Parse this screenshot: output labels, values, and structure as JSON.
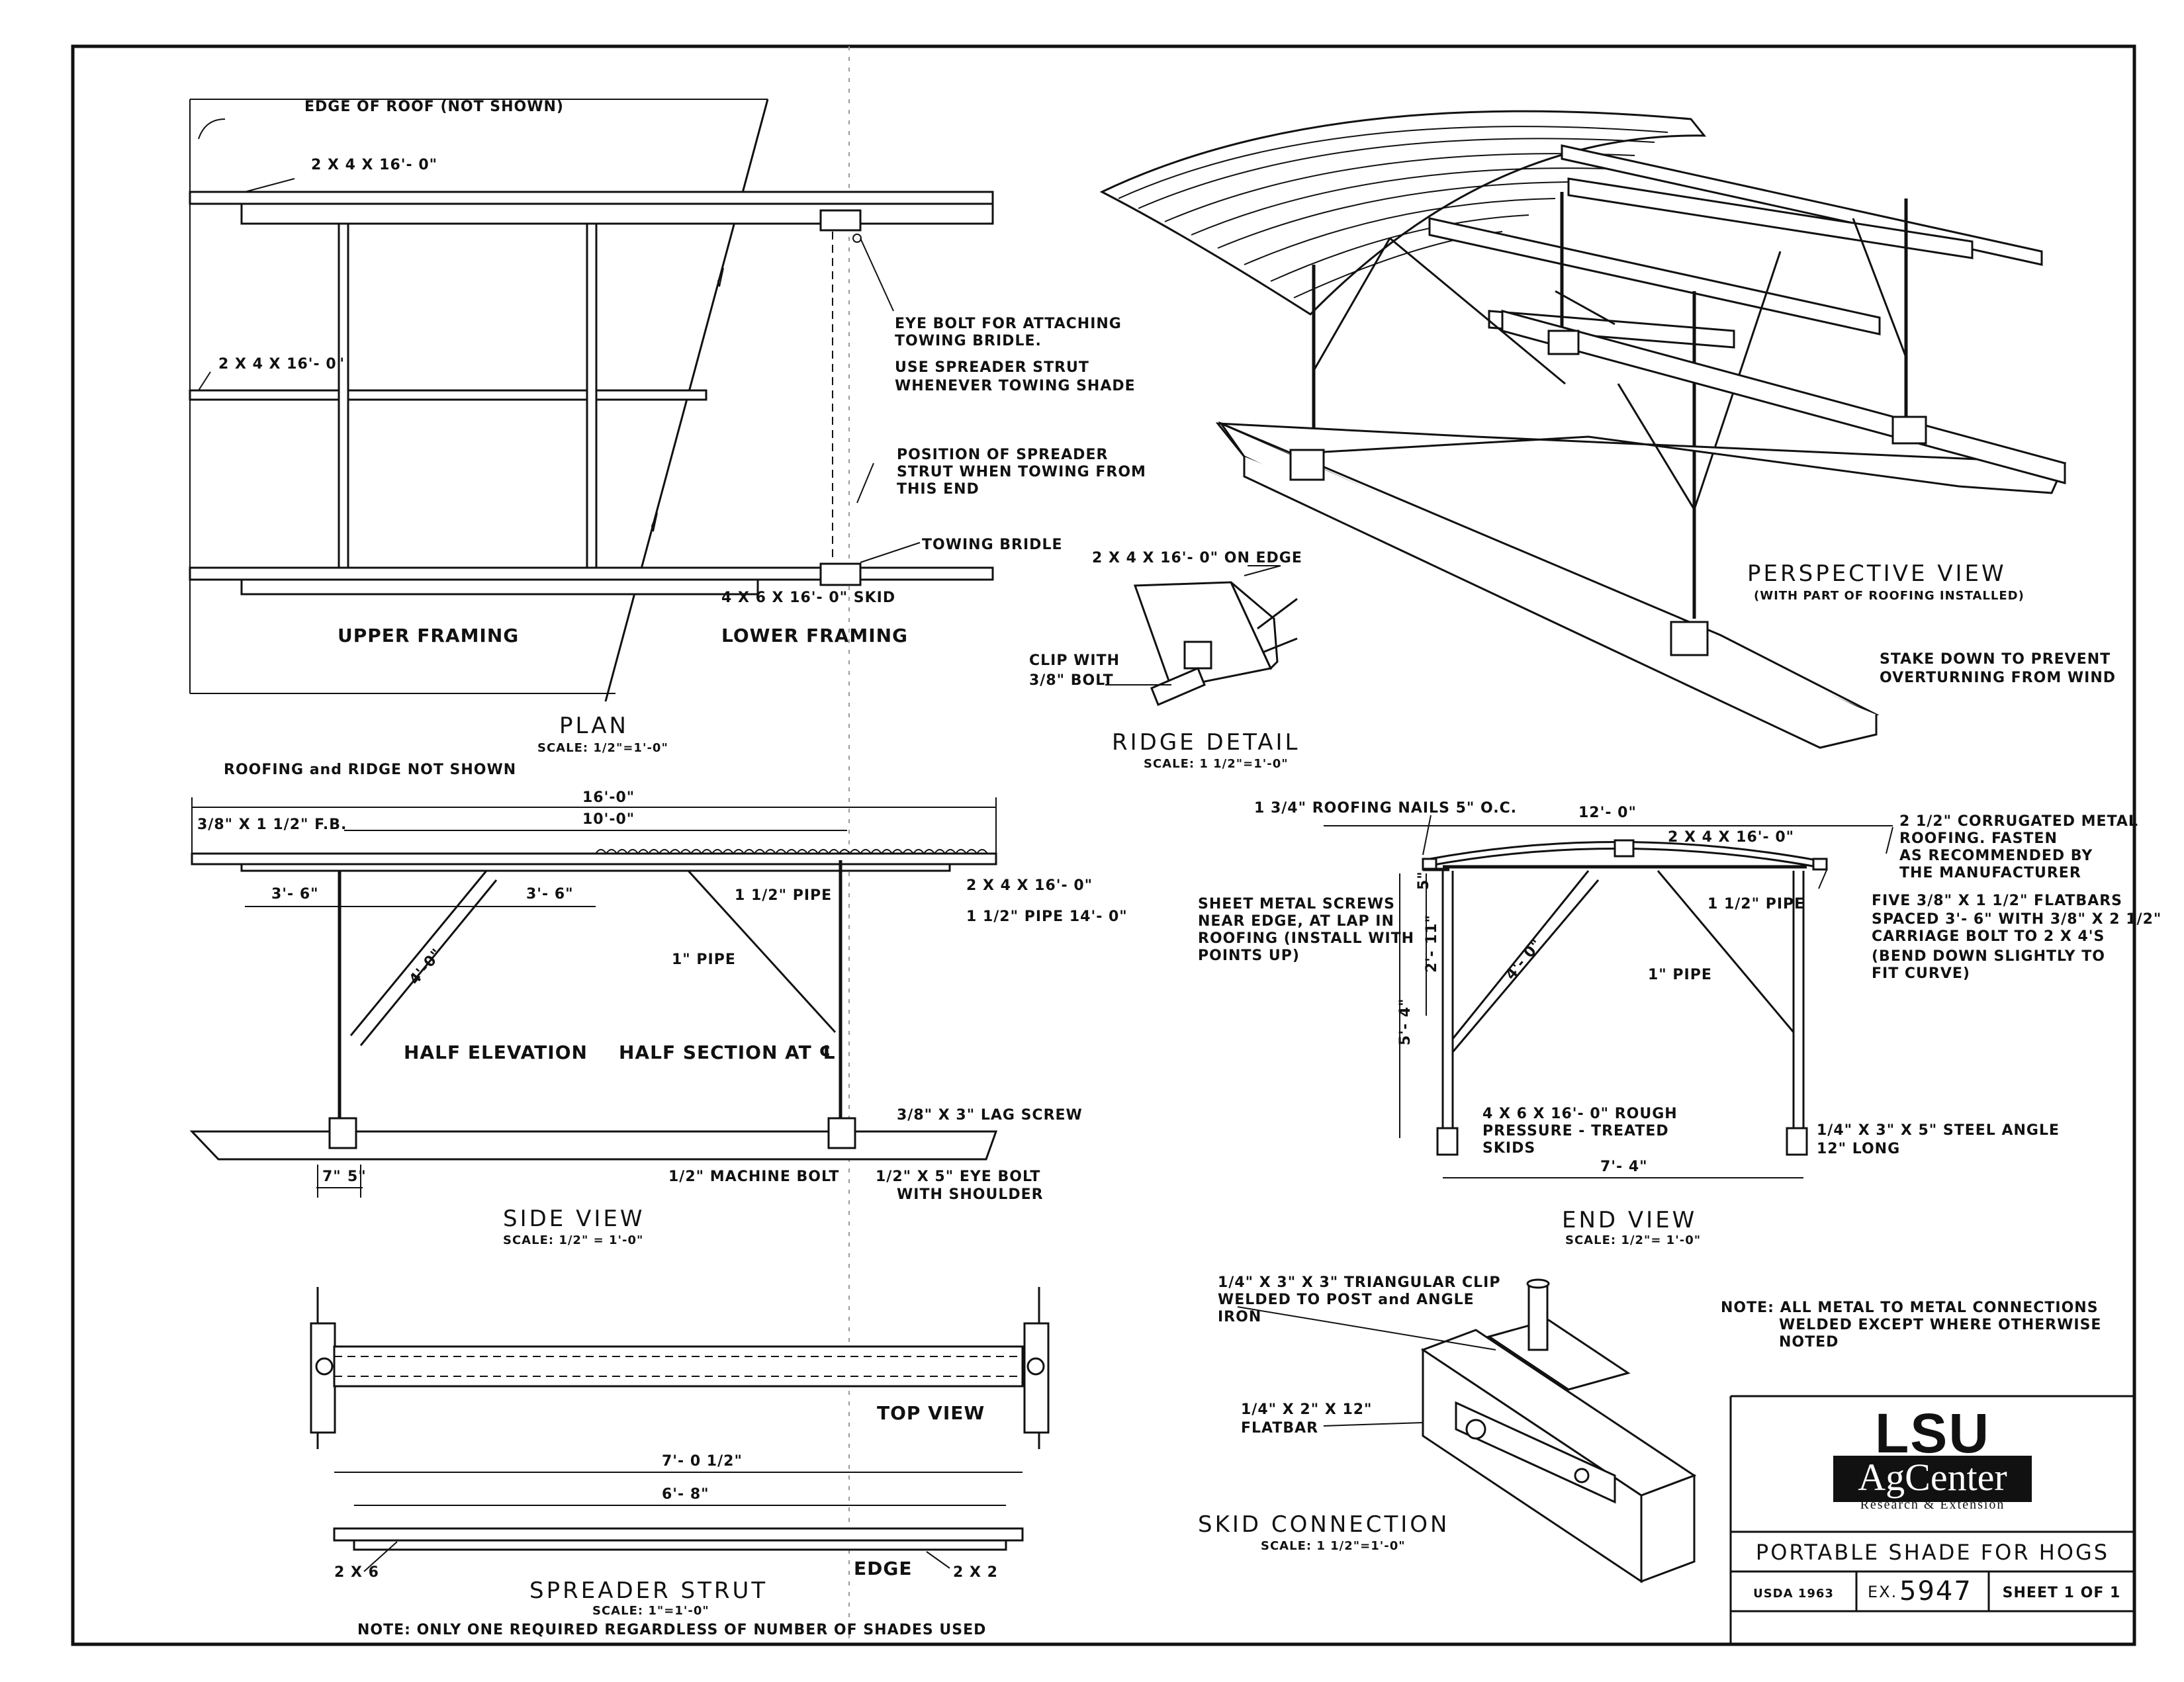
{
  "plan": {
    "edge_of_roof": "EDGE OF ROOF (NOT SHOWN)",
    "member_top": "2 X 4 X 16'- 0\"",
    "member_mid": "2 X 4 X 16'- 0\"",
    "eye_bolt_note_1": "EYE BOLT FOR ATTACHING",
    "eye_bolt_note_2": "TOWING BRIDLE.",
    "spreader_note_1": "USE SPREADER STRUT",
    "spreader_note_2": "WHENEVER TOWING SHADE",
    "position_note_1": "POSITION OF SPREADER",
    "position_note_2": "STRUT WHEN TOWING FROM",
    "position_note_3": "THIS END",
    "towing_bridle": "TOWING BRIDLE",
    "skid": "4 X 6 X 16'- 0\" SKID",
    "upper_framing": "UPPER FRAMING",
    "lower_framing": "LOWER FRAMING",
    "title": "PLAN",
    "scale": "SCALE: 1/2\"=1'-0\""
  },
  "side_view": {
    "roofing_note": "ROOFING and RIDGE NOT SHOWN",
    "dim_16": "16'-0\"",
    "dim_10": "10'-0\"",
    "flatbar": "3/8\" X 1 1/2\" F.B.",
    "dim_3_6_a": "3'- 6\"",
    "dim_3_6_b": "3'- 6\"",
    "member": "2 X 4 X 16'- 0\"",
    "pipe_half": "1 1/2\" PIPE",
    "pipe_14": "1 1/2\" PIPE 14'- 0\"",
    "pipe_1": "1\" PIPE",
    "brace_dim": "4'-0\"",
    "half_elevation": "HALF ELEVATION",
    "half_section": "HALF SECTION AT ℄",
    "lag_screw": "3/8\" X 3\" LAG SCREW",
    "machine_bolt": "1/2\" MACHINE BOLT",
    "eye_bolt_1": "1/2\" X 5\" EYE BOLT",
    "eye_bolt_2": "WITH SHOULDER",
    "dim_7": "7\"",
    "dim_5": "5\"",
    "title": "SIDE VIEW",
    "scale": "SCALE: 1/2\" = 1'-0\""
  },
  "ridge_detail": {
    "member": "2 X 4 X 16'- 0\" ON EDGE",
    "clip_1": "CLIP WITH",
    "clip_2": "3/8\" BOLT",
    "title": "RIDGE DETAIL",
    "scale": "SCALE: 1 1/2\"=1'-0\""
  },
  "perspective": {
    "title": "PERSPECTIVE VIEW",
    "subtitle": "(WITH PART OF ROOFING INSTALLED)",
    "stake_1": "STAKE DOWN TO PREVENT",
    "stake_2": "OVERTURNING FROM WIND"
  },
  "end_view": {
    "nails": "1 3/4\" ROOFING NAILS 5\" O.C.",
    "dim_12": "12'- 0\"",
    "member": "2 X 4 X 16'- 0\"",
    "roofing_1": "2 1/2\" CORRUGATED METAL",
    "roofing_2": "ROOFING. FASTEN",
    "roofing_3": "AS RECOMMENDED BY",
    "roofing_4": "THE MANUFACTURER",
    "screws_1": "SHEET METAL SCREWS",
    "screws_2": "NEAR EDGE, AT LAP IN",
    "screws_3": "ROOFING (INSTALL WITH",
    "screws_4": "POINTS UP)",
    "dim_5": "5\"",
    "dim_2_11": "2'- 11\"",
    "dim_5_4": "5'- 4\"",
    "brace_dim": "4'- 0\"",
    "pipe_half": "1 1/2\" PIPE",
    "pipe_1": "1\" PIPE",
    "flatbars_1": "FIVE 3/8\" X 1 1/2\" FLATBARS",
    "flatbars_2": "SPACED 3'- 6\" WITH 3/8\" X 2 1/2\"",
    "flatbars_3": "CARRIAGE BOLT TO 2 X 4'S",
    "flatbars_4": "(BEND DOWN SLIGHTLY TO",
    "flatbars_5": "FIT CURVE)",
    "skids_1": "4 X 6 X 16'- 0\" ROUGH",
    "skids_2": "PRESSURE - TREATED",
    "skids_3": "SKIDS",
    "angle_1": "1/4\" X 3\" X 5\" STEEL ANGLE",
    "angle_2": "12\" LONG",
    "dim_7_4": "7'- 4\"",
    "title": "END VIEW",
    "scale": "SCALE: 1/2\"= 1'-0\""
  },
  "skid_connection": {
    "clip_1": "1/4\" X 3\" X 3\" TRIANGULAR CLIP",
    "clip_2": "WELDED TO POST and ANGLE",
    "clip_3": "IRON",
    "flatbar_1": "1/4\" X 2\" X 12\"",
    "flatbar_2": "FLATBAR",
    "title": "SKID CONNECTION",
    "scale": "SCALE: 1 1/2\"=1'-0\""
  },
  "general_note": {
    "line_1": "NOTE: ALL METAL TO METAL CONNECTIONS",
    "line_2": "WELDED EXCEPT WHERE OTHERWISE",
    "line_3": "NOTED"
  },
  "spreader_strut": {
    "top_view": "TOP VIEW",
    "dim_7_0": "7'- 0 1/2\"",
    "dim_6_8": "6'- 8\"",
    "label_2x6": "2 X 6",
    "edge": "EDGE",
    "label_2x2": "2 X 2",
    "title": "SPREADER STRUT",
    "scale": "SCALE: 1\"=1'-0\"",
    "note": "NOTE: ONLY ONE REQUIRED REGARDLESS OF NUMBER OF SHADES USED"
  },
  "title_block": {
    "logo_lsu": "LSU",
    "logo_agcenter": "AgCenter",
    "logo_tagline": "Research & Extension",
    "project": "PORTABLE SHADE FOR HOGS",
    "usda": "USDA 1963",
    "ex_prefix": "EX.",
    "ex_number": "5947",
    "sheet": "SHEET 1 OF 1"
  }
}
